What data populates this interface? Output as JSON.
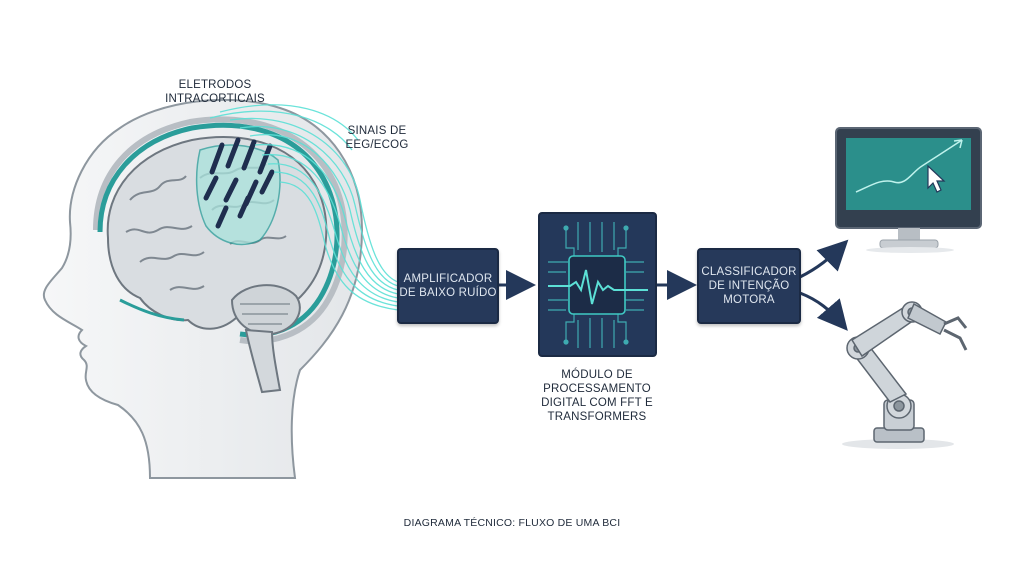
{
  "labels": {
    "electrodes": "ELETRODOS INTRACORTICAIS",
    "signals": "SINAIS DE EEG/ECoG",
    "amplifier": "AMPLIFICADOR DE BAIXO RUÍDO",
    "processing": "MÓDULO DE PROCESSAMENTO DIGITAL COM FFT E TRANSFORMERS",
    "classifier": "CLASSIFICADOR DE INTENÇÃO MOTORA",
    "caption": "DIAGRAMA TÉCNICO: FLUXO DE UMA BCI"
  },
  "colors": {
    "teal": "#2a9d9a",
    "signal": "#5ce0d6",
    "navy": "#26395a",
    "arrow": "#24385a",
    "brain": "#d9dde1",
    "head": "#f1f3f4"
  }
}
